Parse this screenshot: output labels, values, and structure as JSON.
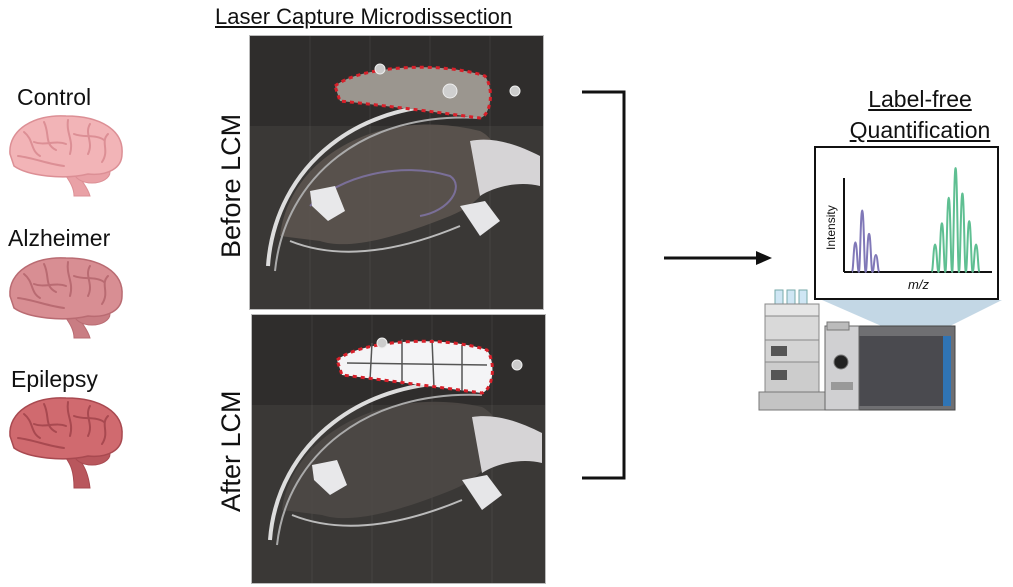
{
  "groups": [
    {
      "label": "Control",
      "color": "#f2b4b7",
      "fold": "#dc8f95",
      "stem": "#e9a1a6"
    },
    {
      "label": "Alzheimer",
      "color": "#d88e93",
      "fold": "#b96b72",
      "stem": "#c97d83"
    },
    {
      "label": "Epilepsy",
      "color": "#d06a6f",
      "fold": "#a84950",
      "stem": "#b9575d"
    }
  ],
  "lcm": {
    "title": "Laser Capture Microdissection",
    "before_label": "Before LCM",
    "after_label": "After LCM",
    "outline_color": "#d8202a"
  },
  "quant": {
    "title": "Label-free Quantification",
    "ylabel": "Intensity",
    "xlabel": "m/z"
  },
  "chart_data": {
    "type": "line",
    "xlabel": "m/z",
    "ylabel": "Intensity",
    "series": [
      {
        "color": "#8078b8",
        "peaks": [
          {
            "x": 1.0,
            "y": 0.28
          },
          {
            "x": 1.6,
            "y": 0.58
          },
          {
            "x": 2.2,
            "y": 0.36
          },
          {
            "x": 2.8,
            "y": 0.16
          }
        ]
      },
      {
        "color": "#5fbf92",
        "peaks": [
          {
            "x": 8.0,
            "y": 0.26
          },
          {
            "x": 8.6,
            "y": 0.46
          },
          {
            "x": 9.2,
            "y": 0.7
          },
          {
            "x": 9.8,
            "y": 0.98
          },
          {
            "x": 10.4,
            "y": 0.74
          },
          {
            "x": 11.0,
            "y": 0.48
          },
          {
            "x": 11.6,
            "y": 0.26
          }
        ]
      }
    ]
  }
}
